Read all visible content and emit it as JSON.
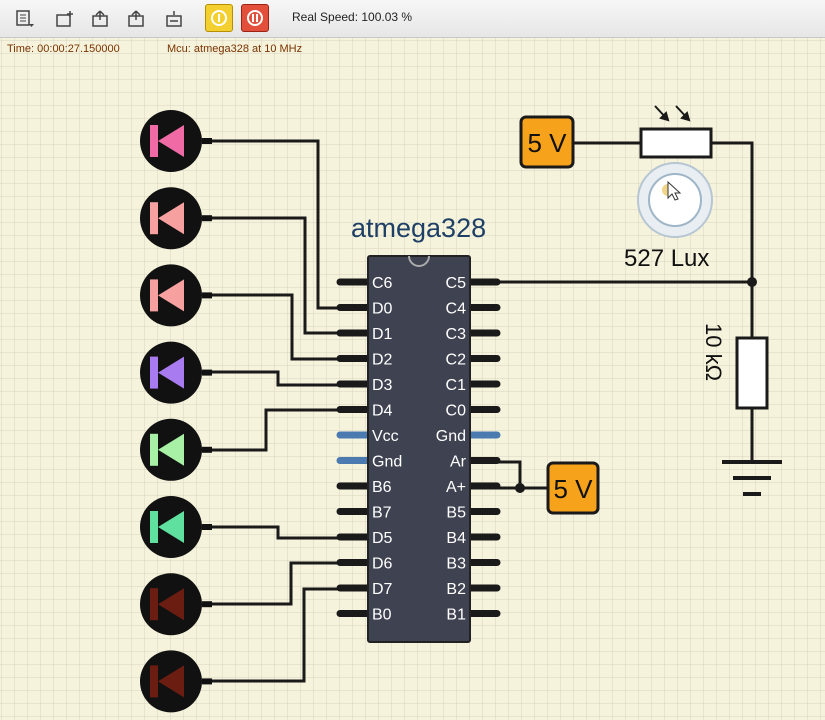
{
  "toolbar": {
    "buttons": [
      {
        "name": "circuit-menu-icon"
      },
      {
        "name": "add-component-icon"
      },
      {
        "name": "open-circuit-icon"
      },
      {
        "name": "save-circuit-icon"
      },
      {
        "name": "save-as-icon"
      },
      {
        "name": "pause-icon"
      },
      {
        "name": "power-off-icon"
      }
    ],
    "speed_label": "Real Speed: 100.03 %"
  },
  "status": {
    "time": "Time: 00:00:27.150000",
    "mcu": "Mcu: atmega328 at 10 MHz"
  },
  "colors": {
    "grid_bg": "#f6f3dc",
    "grid_line": "#d6d3bf",
    "chip_body": "#3f4351",
    "source_fill": "#f7a21b",
    "wire": "#1a1a1a"
  },
  "chip": {
    "title": "atmega328",
    "left_pins": [
      "C6",
      "D0",
      "D1",
      "D2",
      "D3",
      "D4",
      "Vcc",
      "Gnd",
      "B6",
      "B7",
      "D5",
      "D6",
      "D7",
      "B0"
    ],
    "right_pins": [
      "C5",
      "C4",
      "C3",
      "C2",
      "C1",
      "C0",
      "Gnd",
      "Ar",
      "A+",
      "B5",
      "B4",
      "B3",
      "B2",
      "B1"
    ]
  },
  "leds": [
    {
      "color": "#f06ba6"
    },
    {
      "color": "#f7a0a0"
    },
    {
      "color": "#f7a0a0"
    },
    {
      "color": "#a97bf0"
    },
    {
      "color": "#a7f0a6"
    },
    {
      "color": "#5fe09e"
    },
    {
      "color": "#6b1d12"
    },
    {
      "color": "#6b1d12"
    }
  ],
  "sources": {
    "top": "5 V",
    "right": "5 V"
  },
  "ldr": {
    "lux_label": "527 Lux"
  },
  "resistor": {
    "label": "10 kΩ"
  }
}
